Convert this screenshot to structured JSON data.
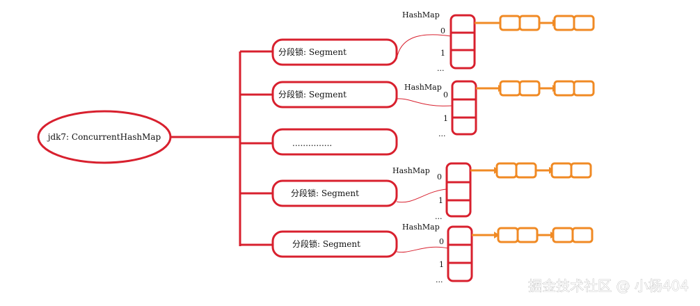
{
  "root": {
    "label": "jdk7: ConcurrentHashMap"
  },
  "segments": [
    {
      "label": "分段锁: Segment",
      "map_title": "HashMap",
      "rows": [
        "0",
        "1",
        "..."
      ]
    },
    {
      "label": "分段锁: Segment",
      "map_title": "HashMap",
      "rows": [
        "0",
        "1",
        "..."
      ]
    },
    {
      "label": "..............."
    },
    {
      "label": "分段锁: Segment",
      "map_title": "HashMap",
      "rows": [
        "0",
        "1",
        "..."
      ]
    },
    {
      "label": "分段锁: Segment",
      "map_title": "HashMap",
      "rows": [
        "0",
        "1",
        "..."
      ]
    }
  ],
  "watermark": "掘金技术社区 @ 小杨404",
  "colors": {
    "frame": "#d8202e",
    "chain": "#f08a24",
    "link": "#d8202e"
  }
}
